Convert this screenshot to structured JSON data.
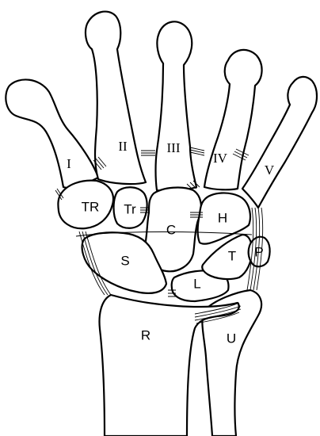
{
  "labels": {
    "metacarpals": {
      "m1": "I",
      "m2": "II",
      "m3": "III",
      "m4": "IV",
      "m5": "V"
    },
    "carpals": {
      "trapezium": "TR",
      "trapezoid": "Tr",
      "capitate": "C",
      "hamate": "H",
      "scaphoid": "S",
      "lunate": "L",
      "triquetrum": "T",
      "pisiform": "P"
    },
    "forearm": {
      "radius": "R",
      "ulna": "U"
    }
  },
  "colors": {
    "line": "#000000",
    "fill": "#ffffff"
  }
}
